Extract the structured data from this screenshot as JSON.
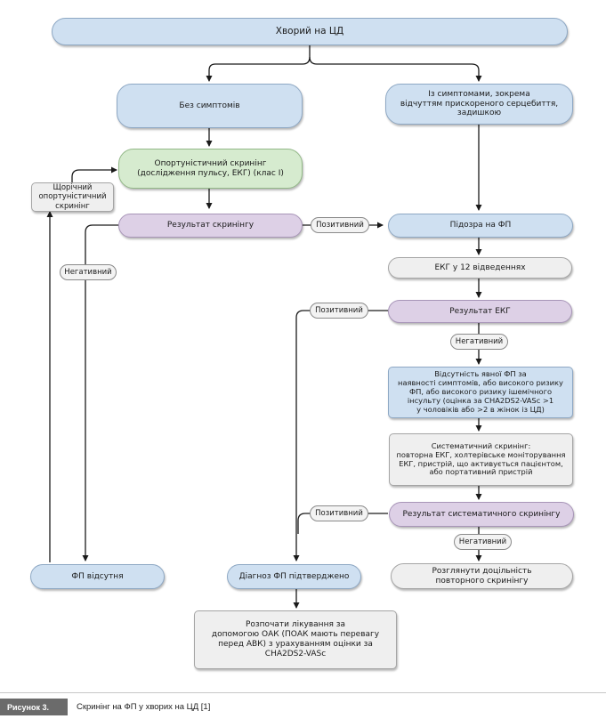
{
  "nodes": {
    "root": "Хворий на ЦД",
    "no_symptoms": "Без симптомів",
    "with_symptoms": "Із симптомами, зокрема\nвідчуттям прискореного серцебиття,\nзадишкою",
    "opportunistic": "Опортуністичний скринінг\n(дослідження пульсу, ЕКГ) (клас І)",
    "annual": "Щорічний\nопортуністичний\nскринінг",
    "screening_result": "Результат скринінгу",
    "suspected_af": "Підозра на ФП",
    "ecg12": "ЕКГ у 12 відведеннях",
    "ecg_result": "Результат ЕКГ",
    "no_explicit_af": "Відсутність явної ФП за\nнаявності симптомів, або високого ризику\nФП, або високого ризику ішемічного\nінсульту (оцінка за CHA2DS2-VASc >1\nу чоловіків або >2 в жінок із ЦД)",
    "systematic": "Систематичний скринінг:\nповторна ЕКГ, холтерівське моніторування\nЕКГ, пристрій, що активується пацієнтом,\nабо портативний пристрій",
    "systematic_result": "Результат систематичного скринінгу",
    "af_absent": "ФП відсутня",
    "af_confirmed": "Діагноз ФП підтверджено",
    "reconsider": "Розглянути доцільність\nповторного скринінгу",
    "start_treatment": "Розпочати лікування за\nдопомогою ОАК (ПОАК мають перевагу\nперед АВК) з урахуванням оцінки за\nCHA2DS2-VASc"
  },
  "edge_labels": {
    "positive_1": "Позитивний",
    "negative_1": "Негативний",
    "positive_2": "Позитивний",
    "negative_2": "Негативний",
    "positive_3": "Позитивний",
    "negative_3": "Негативний"
  },
  "caption": {
    "label": "Рисунок 3.",
    "text": "Скринінг на ФП у хворих на ЦД [1]"
  },
  "colors": {
    "blue": "#cfe0f1",
    "green": "#d6ebcf",
    "purple": "#ddd0e6",
    "grey": "#efefef",
    "line": "#1a1a1a"
  }
}
